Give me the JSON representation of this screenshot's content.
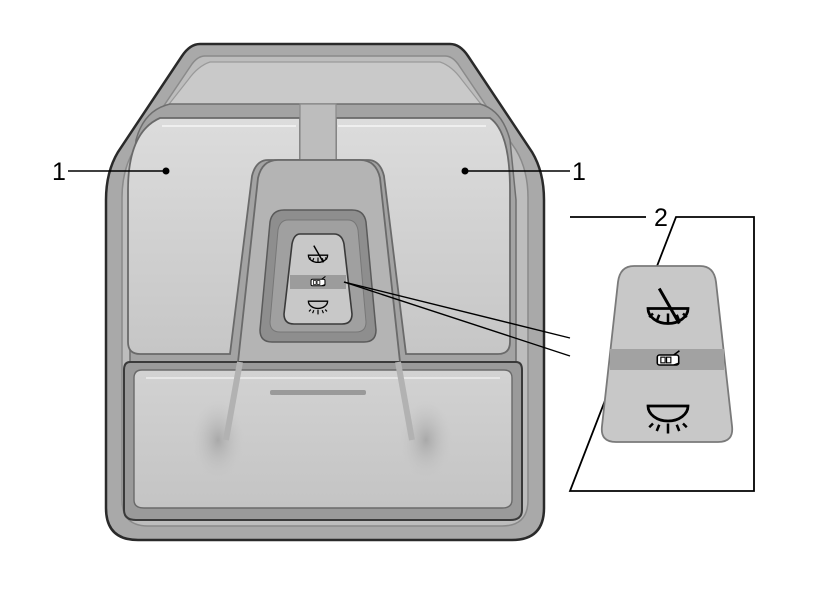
{
  "colors": {
    "background": "#ffffff",
    "housing_outer": "#a9a9a9",
    "housing_inner": "#c2c2c2",
    "lens": "#d0d0d0",
    "switch_panel": "#9a9a9a",
    "switch_face": "#c8c8c8",
    "line": "#000000"
  },
  "callouts": {
    "left_lens": "1",
    "right_lens": "1",
    "switch_detail": "2"
  },
  "switch_positions": [
    {
      "name": "off",
      "icon": "light-off-icon"
    },
    {
      "name": "door",
      "icon": "door-contact-icon"
    },
    {
      "name": "on",
      "icon": "light-on-icon"
    }
  ]
}
